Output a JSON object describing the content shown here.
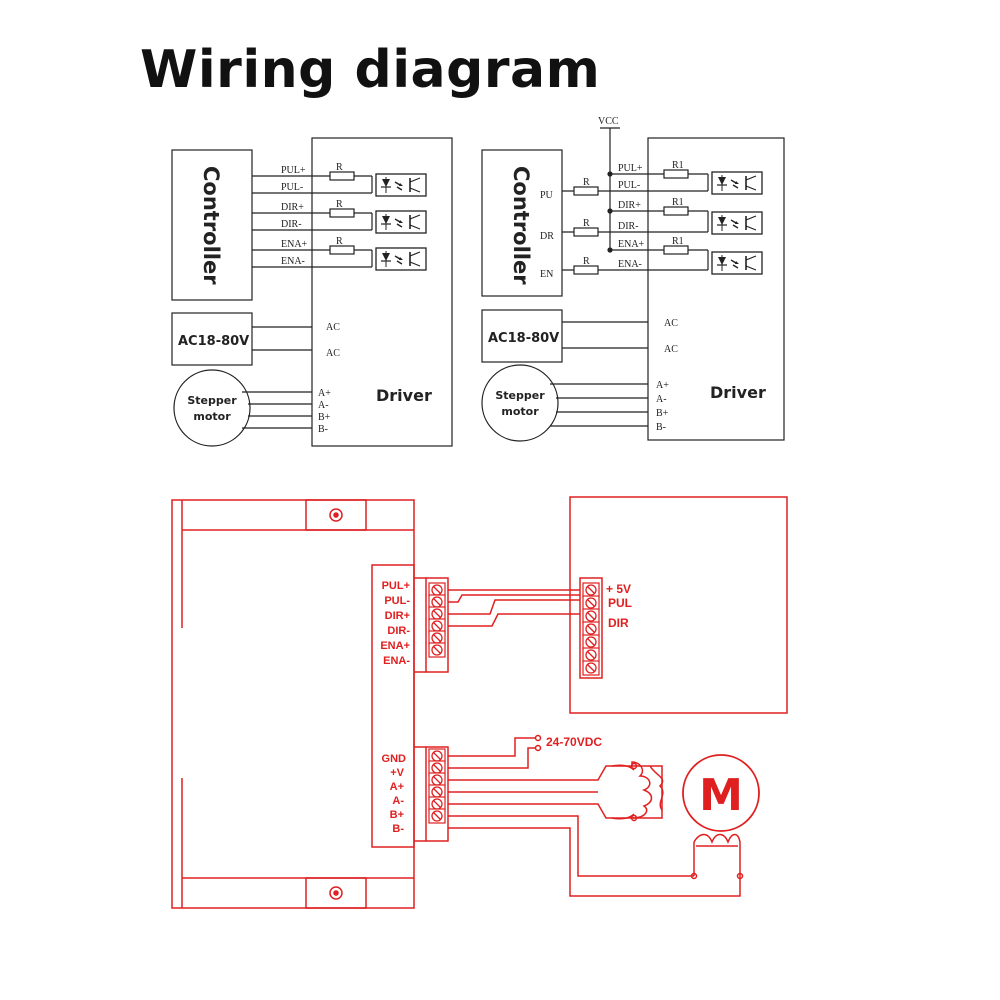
{
  "title": "Wiring diagram",
  "colors": {
    "ink": "#222222",
    "red": "#e02020",
    "background": "#ffffff"
  },
  "left_diagram": {
    "controller": "Controller",
    "driver": "Driver",
    "power": "AC18-80V",
    "motor": [
      "Stepper",
      "motor"
    ],
    "resistor": "R",
    "signals": [
      "PUL+",
      "PUL-",
      "DIR+",
      "DIR-",
      "ENA+",
      "ENA-"
    ],
    "power_terminals": [
      "AC",
      "AC"
    ],
    "motor_terminals": [
      "A+",
      "A-",
      "B+",
      "B-"
    ]
  },
  "right_diagram": {
    "vcc": "VCC",
    "controller": "Controller",
    "driver": "Driver",
    "power": "AC18-80V",
    "motor": [
      "Stepper",
      "motor"
    ],
    "controller_pins": [
      "PU",
      "DR",
      "EN"
    ],
    "resistor": "R",
    "inner_resistor": "R1",
    "signals": [
      "PUL+",
      "PUL-",
      "DIR+",
      "DIR-",
      "ENA+",
      "ENA-"
    ],
    "power_terminals": [
      "AC",
      "AC"
    ],
    "motor_terminals": [
      "A+",
      "A-",
      "B+",
      "B-"
    ]
  },
  "bottom_diagram": {
    "signal_terminals": [
      "PUL+",
      "PUL-",
      "DIR+",
      "DIR-",
      "ENA+",
      "ENA-"
    ],
    "power_terminals": [
      "GND",
      "+V",
      "A+",
      "A-",
      "B+",
      "B-"
    ],
    "controller_pins": [
      "+ 5V",
      "PUL",
      "DIR"
    ],
    "supply": "24-70VDC",
    "motor_label": "M"
  }
}
